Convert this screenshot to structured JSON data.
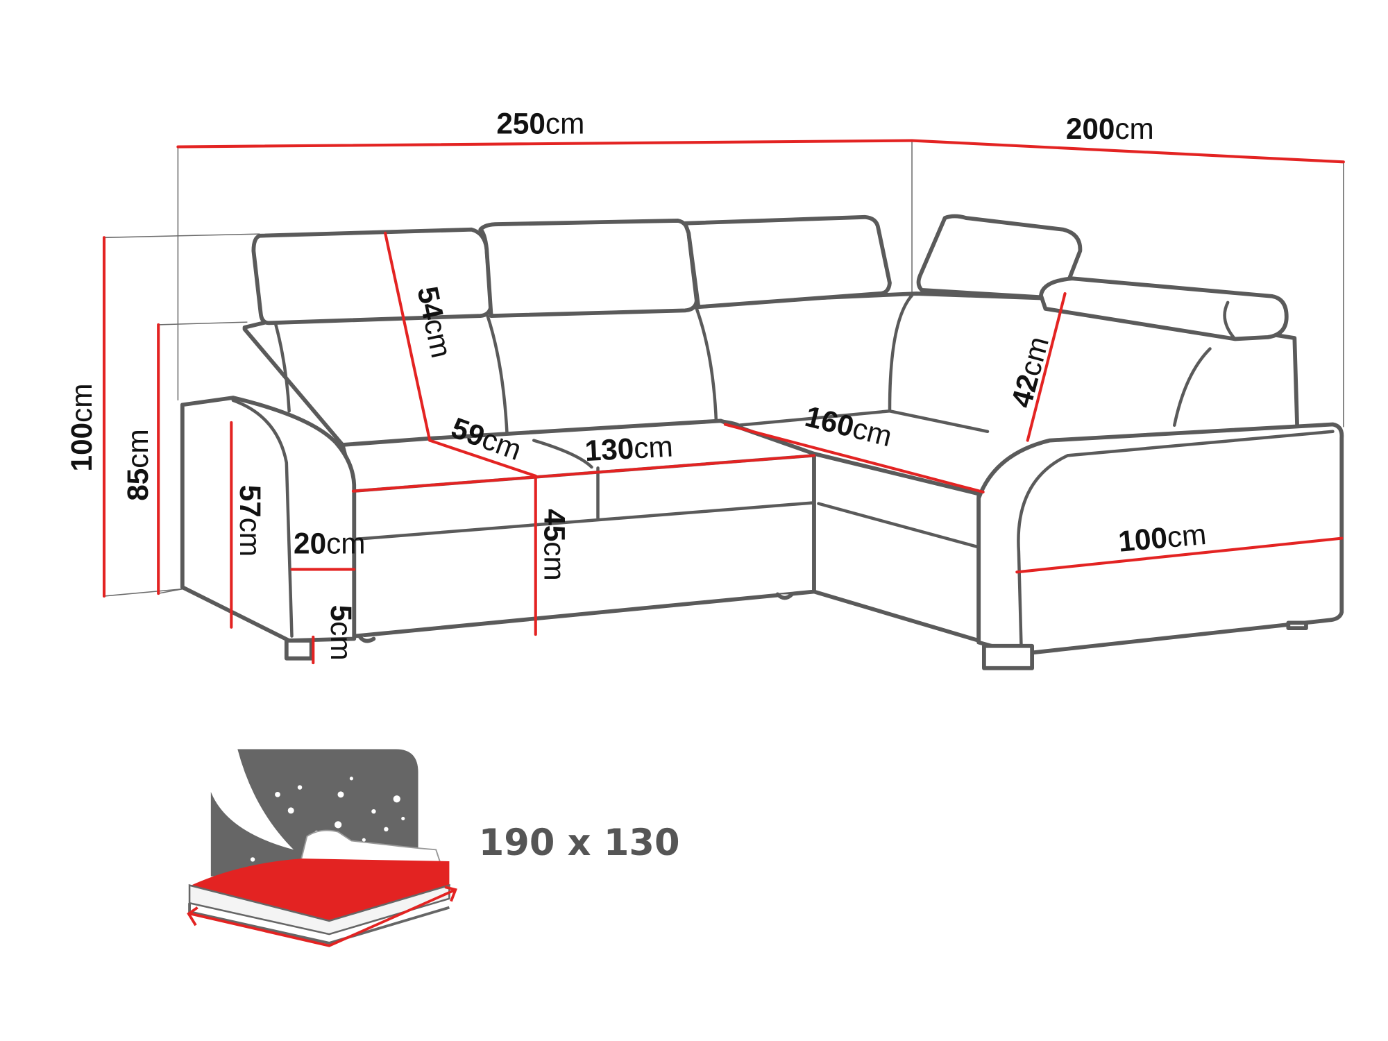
{
  "dimensions": {
    "total_width": {
      "value": "250",
      "unit": "cm"
    },
    "corner_depth": {
      "value": "200",
      "unit": "cm"
    },
    "max_height": {
      "value": "100",
      "unit": "cm"
    },
    "back_height": {
      "value": "85",
      "unit": "cm"
    },
    "arm_height": {
      "value": "57",
      "unit": "cm"
    },
    "headrest_height": {
      "value": "54",
      "unit": "cm"
    },
    "seat_depth": {
      "value": "59",
      "unit": "cm"
    },
    "seat_width": {
      "value": "130",
      "unit": "cm"
    },
    "seat_height": {
      "value": "45",
      "unit": "cm"
    },
    "corner_seat_width": {
      "value": "160",
      "unit": "cm"
    },
    "corner_back_height": {
      "value": "42",
      "unit": "cm"
    },
    "arm_width": {
      "value": "20",
      "unit": "cm"
    },
    "leg_height": {
      "value": "5",
      "unit": "cm"
    },
    "chaise_width": {
      "value": "100",
      "unit": "cm"
    }
  },
  "bed": {
    "size_label": "190 x 130",
    "icon": "bed-icon"
  },
  "colors": {
    "dimension_line": "#e32322",
    "outline": "#5a5a5a",
    "bed_label": "#555555",
    "mattress_top": "#e32322",
    "night_sky": "#666666"
  }
}
